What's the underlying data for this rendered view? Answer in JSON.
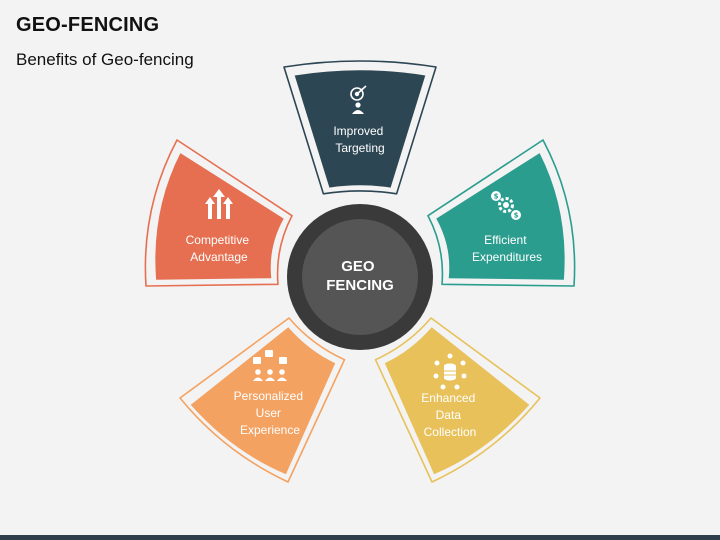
{
  "title": "GEO-FENCING",
  "subtitle": "Benefits of Geo-fencing",
  "center": {
    "lines": [
      "GEO",
      "FENCING"
    ]
  },
  "colors": {
    "improved_targeting": "#2d4654",
    "efficient_expenditures": "#2a9d8f",
    "enhanced_data_collection": "#e8c15a",
    "personalized_user_experience": "#f4a261",
    "competitive_advantage": "#e76f51",
    "center": "#4a4a4a"
  },
  "segments": [
    {
      "id": "improved-targeting",
      "lines": [
        "Improved",
        "Targeting"
      ],
      "icon": "target-person-icon"
    },
    {
      "id": "efficient-expenditures",
      "lines": [
        "Efficient",
        "Expenditures"
      ],
      "icon": "dollar-gear-icon"
    },
    {
      "id": "enhanced-data-collection",
      "lines": [
        "Enhanced",
        "Data",
        "Collection"
      ],
      "icon": "data-network-icon"
    },
    {
      "id": "personalized-user-experience",
      "lines": [
        "Personalized",
        "User",
        "Experience"
      ],
      "icon": "users-feedback-icon"
    },
    {
      "id": "competitive-advantage",
      "lines": [
        "Competitive",
        "Advantage"
      ],
      "icon": "arrows-up-icon"
    }
  ]
}
